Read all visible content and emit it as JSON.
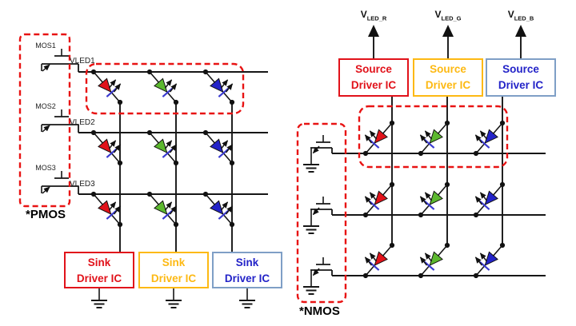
{
  "figure": {
    "left_diagram": {
      "transistor_labels": [
        "MOS1",
        "MOS2",
        "MOS3"
      ],
      "row_labels": [
        "VLED1",
        "VLED2",
        "VLED3"
      ],
      "transistor_type_note": "*PMOS",
      "driver_boxes": [
        {
          "line1": "Sink",
          "line2": "Driver IC",
          "text_color": "#e1121a",
          "border_color": "#e1121a"
        },
        {
          "line1": "Sink",
          "line2": "Driver IC",
          "text_color": "#fdb913",
          "border_color": "#fdb913"
        },
        {
          "line1": "Sink",
          "line2": "Driver IC",
          "text_color": "#2323c8",
          "border_color": "#7f9fc6"
        }
      ]
    },
    "right_diagram": {
      "supply_labels": [
        {
          "main": "V",
          "sub": "LED_R"
        },
        {
          "main": "V",
          "sub": "LED_G"
        },
        {
          "main": "V",
          "sub": "LED_B"
        }
      ],
      "transistor_type_note": "*NMOS",
      "driver_boxes": [
        {
          "line1": "Source",
          "line2": "Driver IC",
          "text_color": "#e1121a",
          "border_color": "#e1121a"
        },
        {
          "line1": "Source",
          "line2": "Driver IC",
          "text_color": "#fdb913",
          "border_color": "#fdb913"
        },
        {
          "line1": "Source",
          "line2": "Driver IC",
          "text_color": "#2323c8",
          "border_color": "#7f9fc6"
        }
      ]
    },
    "led_color_names": [
      "red",
      "green",
      "blue"
    ],
    "led_colors": [
      "#e1121a",
      "#5cb82e",
      "#2323c8"
    ],
    "wire_color": "#161616",
    "dash_color": "#e81313",
    "cathode_bar_color": "#3a3ad0"
  }
}
